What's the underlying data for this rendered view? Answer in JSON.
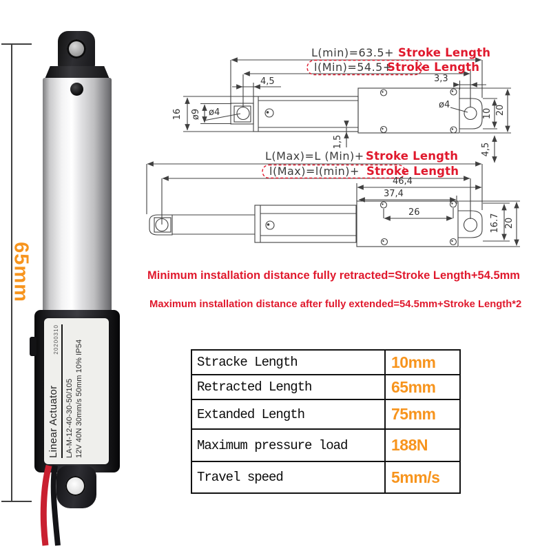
{
  "photo": {
    "dim_label": "65mm",
    "label": {
      "title": "Linear Actuator",
      "date": "20200310",
      "model": "LA-M-12-40-30-50/105",
      "specs": "12V 40N 30mm/s 50mm 10% IP54"
    }
  },
  "drawing_retracted": {
    "len_formula_black": "L(min)=63.5+",
    "len_formula_red": "Stroke Length",
    "inner_formula_black": "l(Min)=54.5+",
    "inner_formula_red": "Stroke Length",
    "dims": {
      "d45_left": "4,5",
      "d16": "16",
      "dia9": "ø9",
      "dia4_left": "ø4",
      "d15": "1,5",
      "d33": "3,3",
      "dia4_right": "ø4",
      "d10": "10",
      "d20": "20",
      "d45_right": "4,5"
    }
  },
  "drawing_extended": {
    "len_formula_black": "L(Max)=L (Min)+",
    "len_formula_red": "Stroke Length",
    "inner_formula_black": "l(Max)=l(min)+",
    "inner_formula_red": "Stroke Length",
    "dims": {
      "d464": "46,4",
      "d374": "37,4",
      "d26": "26",
      "d167": "16.7",
      "d20": "20"
    }
  },
  "notes": {
    "min": "Minimum installation distance fully retracted=Stroke Length+54.5mm",
    "max": "Maximum installation distance after fully extended=54.5mm+Stroke Length*2"
  },
  "spec_table": {
    "rows": [
      {
        "label": "Stracke Length",
        "value": "10mm"
      },
      {
        "label": "Retracted Length",
        "value": "65mm"
      },
      {
        "label": "Extanded Length",
        "value": "75mm"
      },
      {
        "label": "Maximum pressure load",
        "value": "188N"
      },
      {
        "label": "Travel speed",
        "value": "5mm/s"
      }
    ]
  },
  "colors": {
    "accent_orange": "#F7941D",
    "accent_red": "#E0192D"
  }
}
